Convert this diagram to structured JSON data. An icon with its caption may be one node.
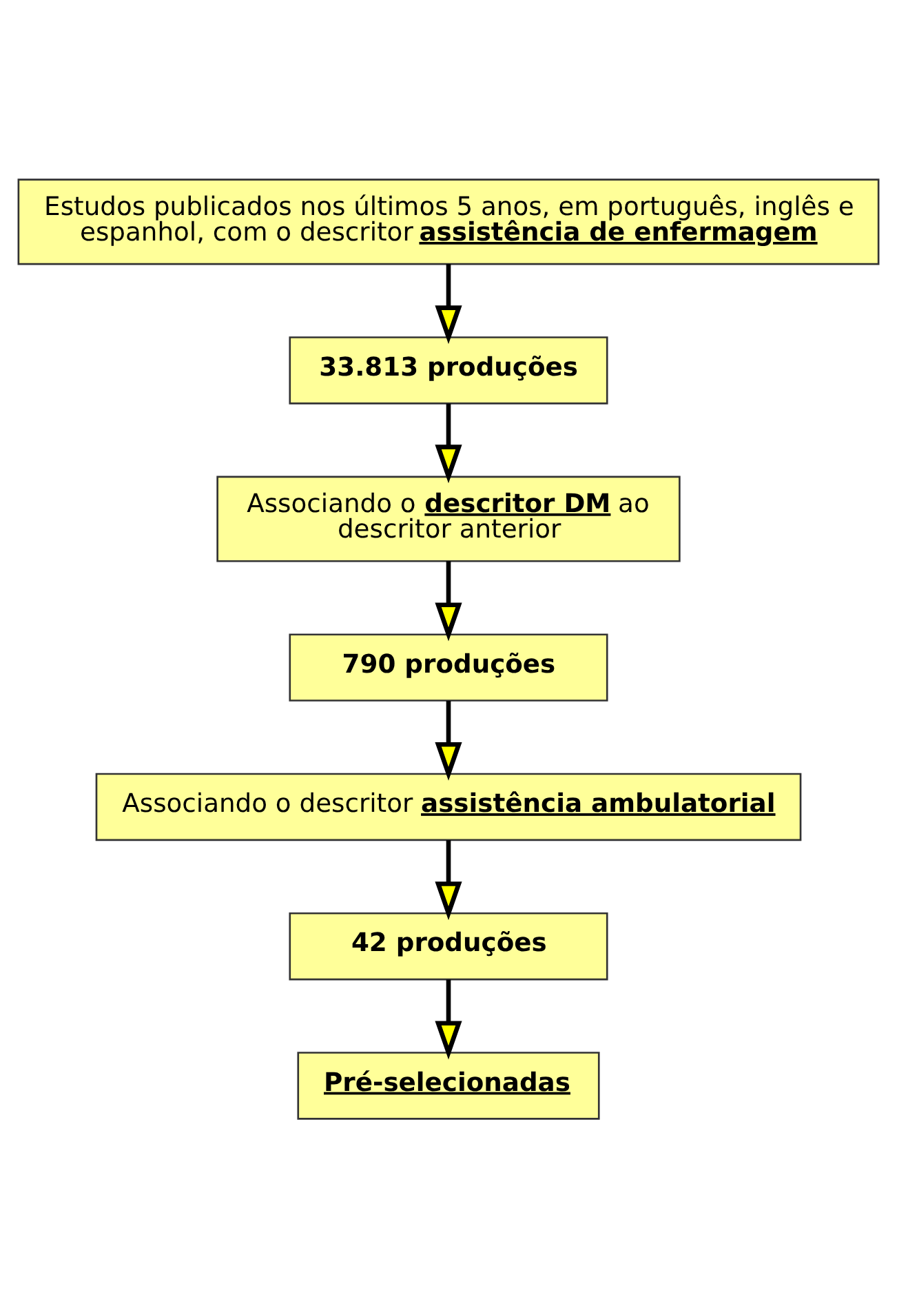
{
  "diagram": {
    "nodes": [
      {
        "text": [
          "Estudos publicados nos últimos 5 anos, em português, inglês e espanhol, com o descritor **assistência de enfermagem**"
        ]
      },
      {
        "text": [
          "33.813 produções"
        ]
      },
      {
        "text": [
          "Associando o **descritor DM** ao descritor anterior"
        ]
      },
      {
        "text": [
          "790 produções"
        ]
      },
      {
        "text": [
          "Associando o descritor **assistência ambulatorial**"
        ]
      },
      {
        "text": [
          "42 produções"
        ]
      },
      {
        "text": [
          "Pré-selecionadas"
        ]
      }
    ],
    "edges": [
      {
        "from": 0,
        "to": 1,
        "arrow": "to"
      },
      {
        "from": 1,
        "to": 2,
        "arrow": "to"
      },
      {
        "from": 2,
        "to": 3,
        "arrow": "to"
      },
      {
        "from": 3,
        "to": 4,
        "arrow": "to"
      },
      {
        "from": 4,
        "to": 5,
        "arrow": "to"
      },
      {
        "from": 5,
        "to": 6,
        "arrow": "to"
      }
    ]
  }
}
